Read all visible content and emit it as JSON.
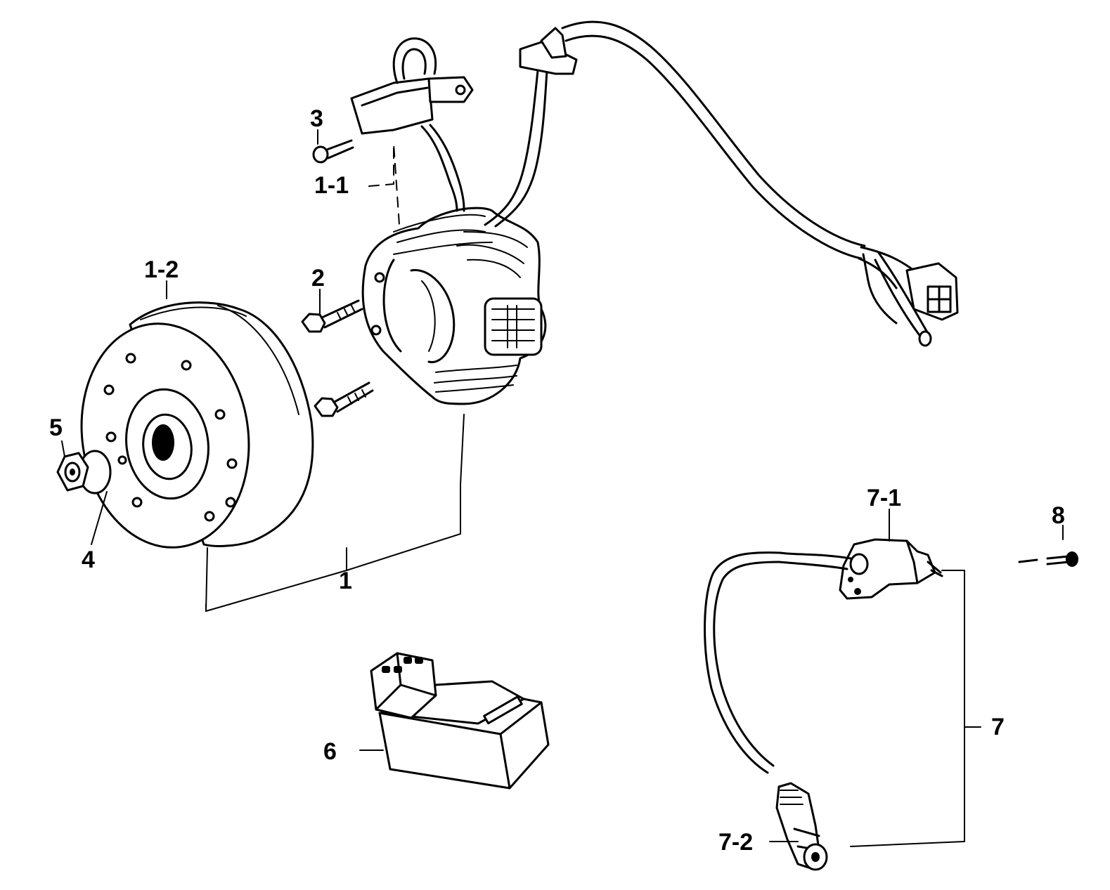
{
  "labels": {
    "c1_1": "1-1",
    "c1_2": "1-2",
    "c1": "1",
    "c2": "2",
    "c3": "3",
    "c4": "4",
    "c5": "5",
    "c6": "6",
    "c7": "7",
    "c7_1": "7-1",
    "c7_2": "7-2",
    "c8": "8"
  }
}
